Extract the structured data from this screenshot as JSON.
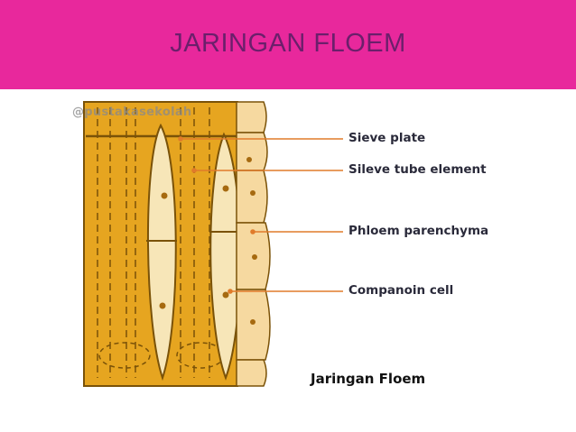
{
  "slide": {
    "title": "JARINGAN FLOEM",
    "header_color": "#e8289c"
  },
  "diagram": {
    "watermark": "@pustakasekolah",
    "labels": {
      "sieve_plate": "Sieve plate",
      "sieve_tube_element": "Sileve tube element",
      "phloem_parenchyma": "Phloem parenchyma",
      "companion_cell": "Companoin cell"
    },
    "caption": "Jaringan Floem",
    "colors": {
      "cell_fill": "#e6a520",
      "cell_stroke": "#7a5208",
      "inner_cell": "#f7e6b8",
      "parenchyma": "#f6d9a0",
      "leader_line": "#e07b2a",
      "nucleus": "#a66a10"
    }
  }
}
